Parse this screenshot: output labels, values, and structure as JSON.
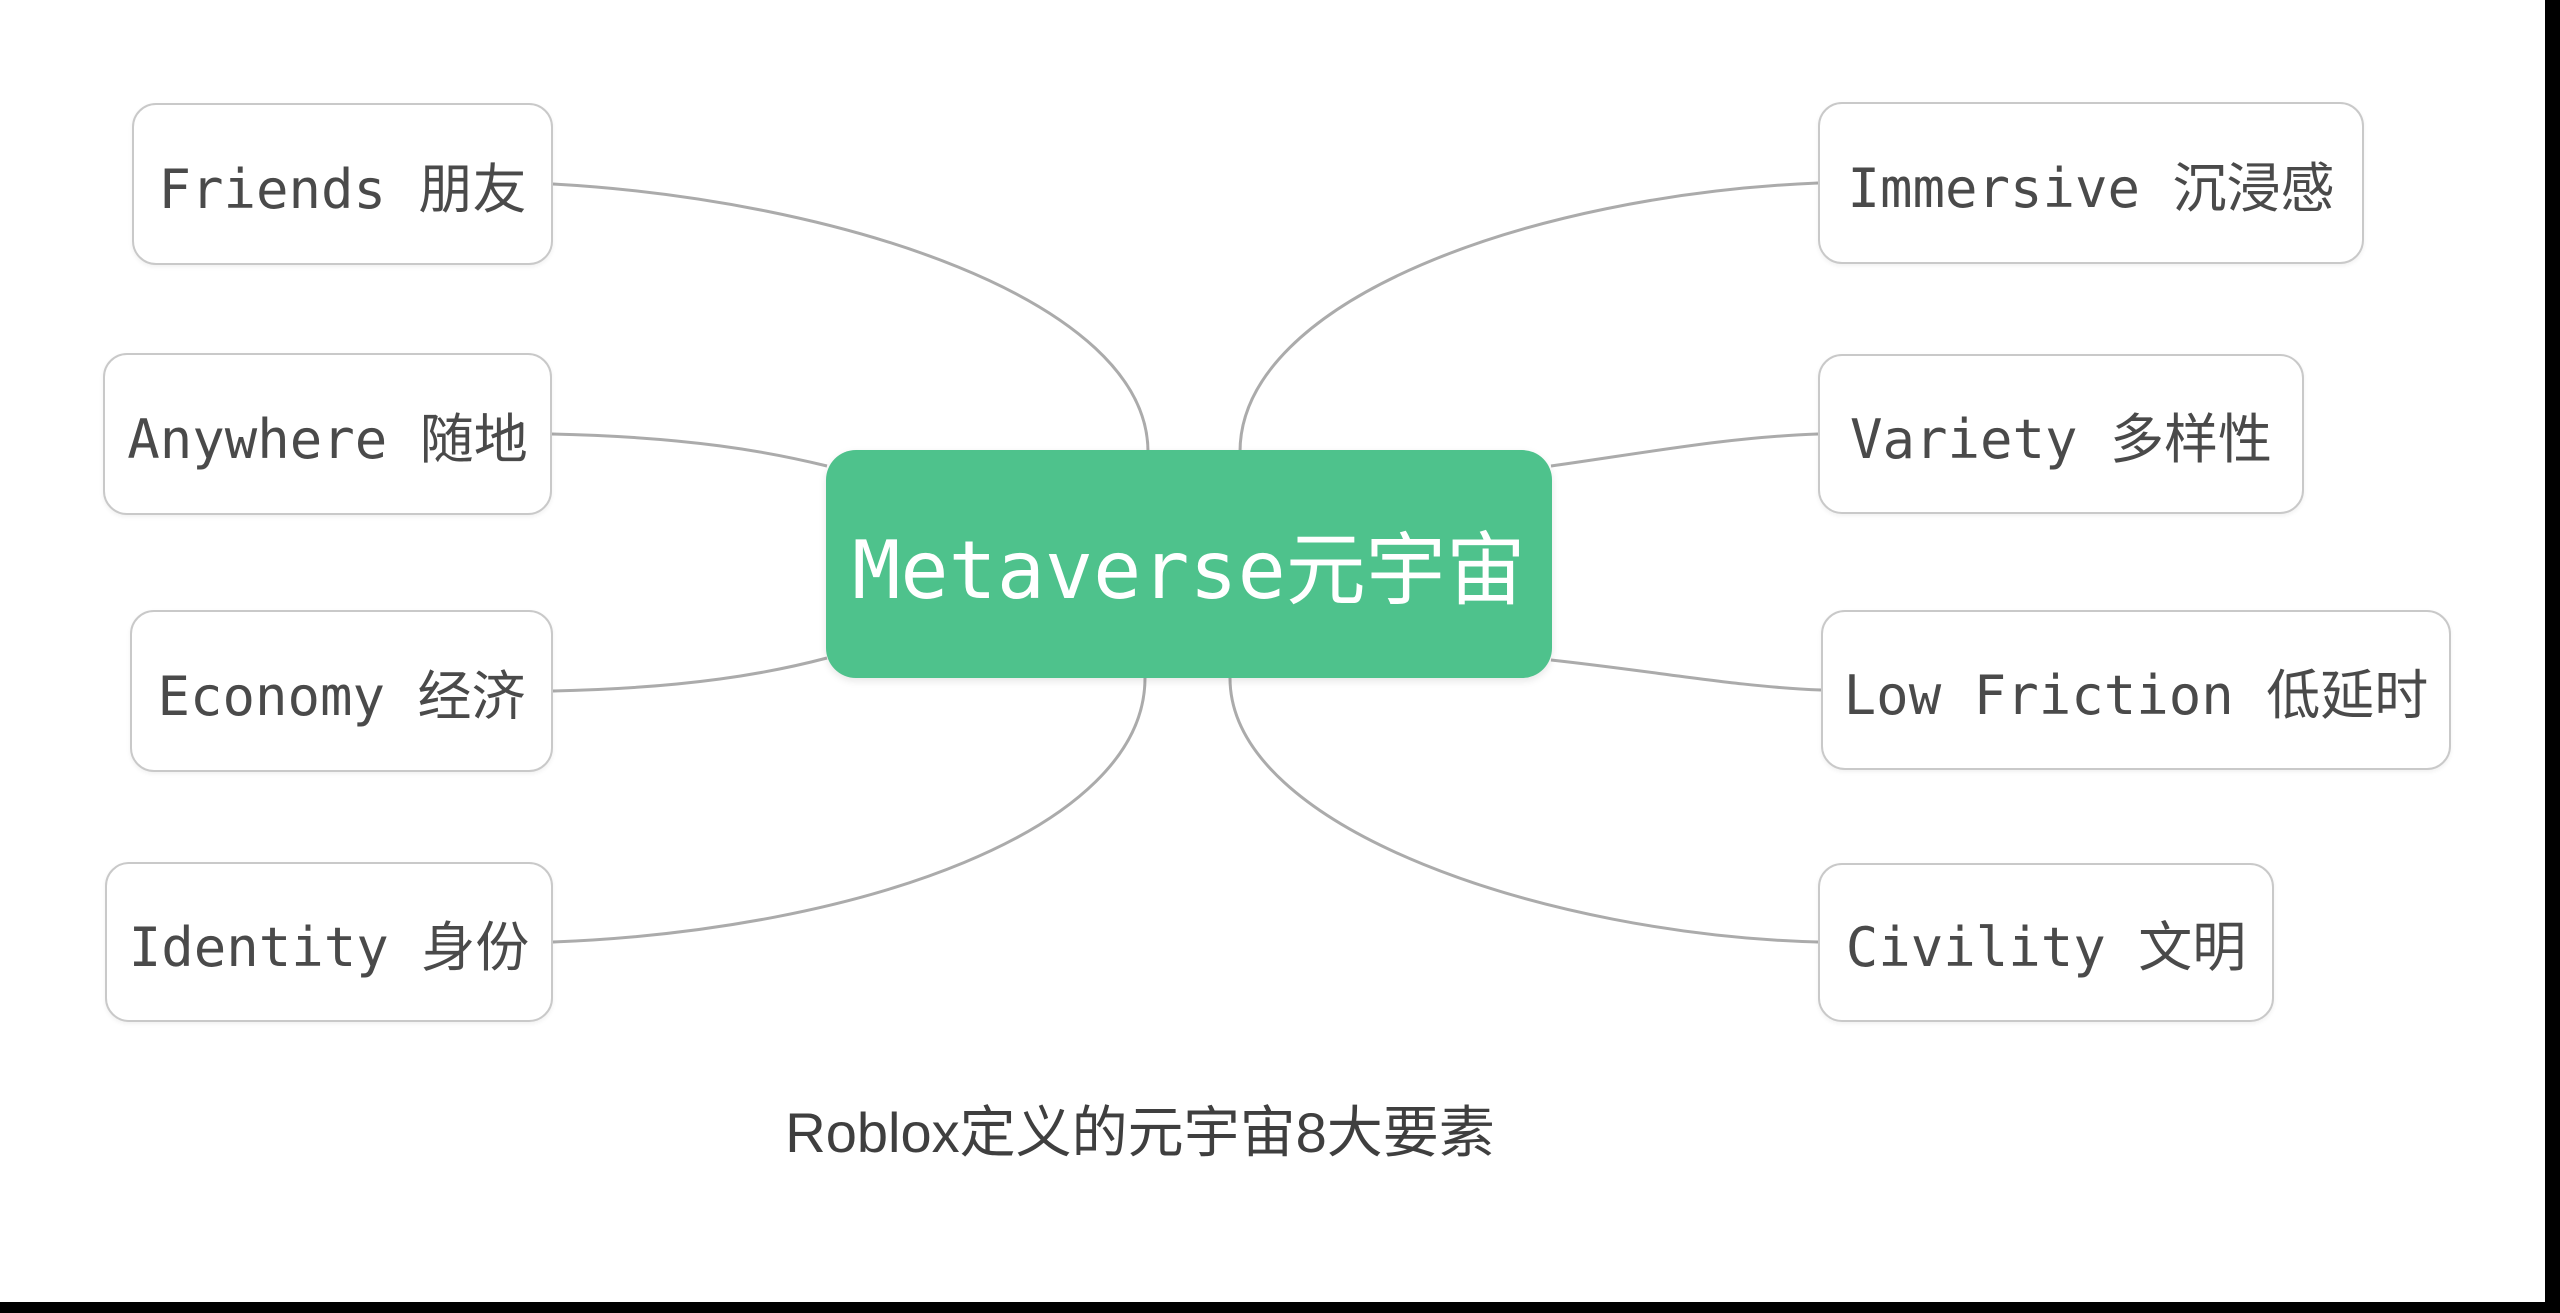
{
  "diagram": {
    "type": "mindmap",
    "center": {
      "label": "Metaverse元宇宙",
      "bg_color": "#4ec28c",
      "text_color": "#ffffff"
    },
    "nodes": {
      "friends": {
        "label": "Friends 朋友",
        "side": "left"
      },
      "anywhere": {
        "label": "Anywhere 随地",
        "side": "left"
      },
      "economy": {
        "label": "Economy 经济",
        "side": "left"
      },
      "identity": {
        "label": "Identity 身份",
        "side": "left"
      },
      "immersive": {
        "label": "Immersive 沉浸感",
        "side": "right"
      },
      "variety": {
        "label": "Variety 多样性",
        "side": "right"
      },
      "lowfriction": {
        "label": "Low Friction 低延时",
        "side": "right"
      },
      "civility": {
        "label": "Civility 文明",
        "side": "right"
      }
    },
    "caption": {
      "text": "Roblox定义的元宇宙8大要素"
    },
    "style": {
      "connector_color": "#ababab",
      "node_border_color": "#c9c9c9",
      "node_text_color": "#4a4a4a",
      "letterbox_color": "#000000",
      "background_color": "#ffffff"
    }
  }
}
